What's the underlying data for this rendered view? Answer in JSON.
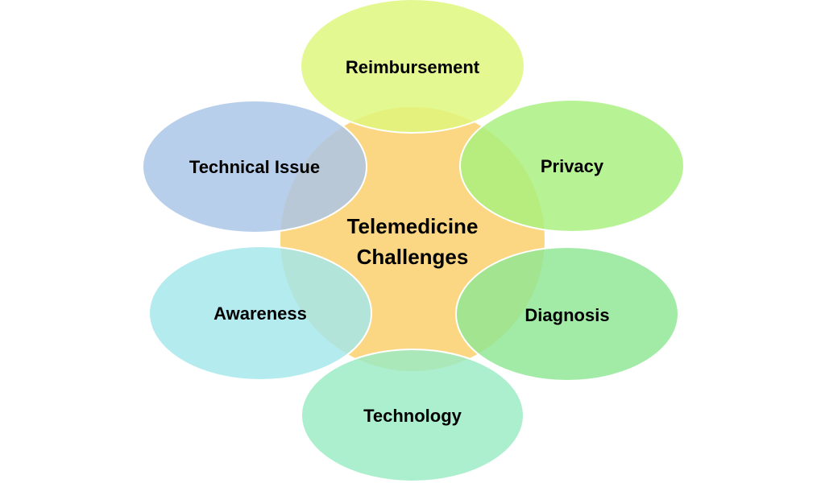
{
  "center": {
    "lines": [
      "Telemedicine",
      "Challenges"
    ],
    "color": "#FCD783"
  },
  "nodes": [
    {
      "key": "reimbursement",
      "label": "Reimbursement",
      "color": "#DEF77A"
    },
    {
      "key": "privacy",
      "label": "Privacy",
      "color": "#A7F07E"
    },
    {
      "key": "diagnosis",
      "label": "Diagnosis",
      "color": "#8DE693"
    },
    {
      "key": "technology",
      "label": "Technology",
      "color": "#98EBC4"
    },
    {
      "key": "awareness",
      "label": "Awareness",
      "color": "#A2E6EC"
    },
    {
      "key": "technical-issue",
      "label": "Technical Issue",
      "color": "#A8C5E8"
    }
  ]
}
